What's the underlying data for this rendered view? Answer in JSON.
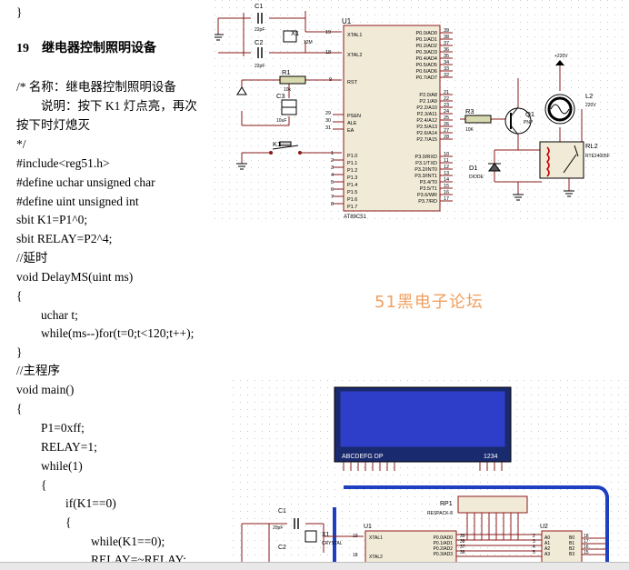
{
  "doc": {
    "brace_top": "}",
    "heading_num": "19",
    "heading_title": "继电器控制照明设备",
    "comment_name": "/*      名称：继电器控制照明设备",
    "comment_desc1": "说明：按下 K1 灯点亮，再次",
    "comment_desc2": "按下时灯熄灭",
    "comment_end": "*/",
    "code": [
      "#include<reg51.h>",
      "#define uchar unsigned char",
      "#define uint unsigned int",
      "sbit K1=P1^0;",
      "sbit RELAY=P2^4;",
      "//延时",
      "void DelayMS(uint ms)",
      "{",
      "uchar t;",
      "while(ms--)for(t=0;t<120;t++);",
      "}",
      "//主程序",
      "void main()",
      "{",
      "P1=0xff;",
      "RELAY=1;",
      "while(1)",
      "{",
      "if(K1==0)",
      "{",
      "while(K1==0);",
      "RELAY=~RELAY;"
    ]
  },
  "watermark": "51黑电子论坛",
  "schematic1": {
    "c1": "C1",
    "c1_val": "22pF",
    "c2": "C2",
    "c2_val": "22pF",
    "x1": "X1",
    "x1_val": "12M",
    "r1": "R1",
    "r1_val": "10k",
    "c3": "C3",
    "c3_val": "10uF",
    "k1": "K1",
    "u1": "U1",
    "u1_part": "AT89C51",
    "r3": "R3",
    "r3_val": "10K",
    "q1": "Q1",
    "q1_type": "PNP",
    "d1": "D1",
    "d1_type": "DIODE",
    "l2": "L2",
    "l2_val": "220V",
    "rl2": "RL2",
    "rl2_part": "RTE24005F",
    "supply": "+220V",
    "left_pins": [
      {
        "num": "19",
        "name": "XTAL1"
      },
      {
        "num": "18",
        "name": "XTAL2"
      },
      {
        "num": "9",
        "name": "RST"
      },
      {
        "num": "29",
        "name": "PSEN"
      },
      {
        "num": "30",
        "name": "ALE"
      },
      {
        "num": "31",
        "name": "EA"
      },
      {
        "num": "1",
        "name": "P1.0"
      },
      {
        "num": "2",
        "name": "P1.1"
      },
      {
        "num": "3",
        "name": "P1.2"
      },
      {
        "num": "4",
        "name": "P1.3"
      },
      {
        "num": "5",
        "name": "P1.4"
      },
      {
        "num": "6",
        "name": "P1.5"
      },
      {
        "num": "7",
        "name": "P1.6"
      },
      {
        "num": "8",
        "name": "P1.7"
      }
    ],
    "right_p0": [
      {
        "num": "39",
        "name": "P0.0/AD0"
      },
      {
        "num": "38",
        "name": "P0.1/AD1"
      },
      {
        "num": "37",
        "name": "P0.2/AD2"
      },
      {
        "num": "36",
        "name": "P0.3/AD3"
      },
      {
        "num": "35",
        "name": "P0.4/AD4"
      },
      {
        "num": "34",
        "name": "P0.5/AD5"
      },
      {
        "num": "33",
        "name": "P0.6/AD6"
      },
      {
        "num": "32",
        "name": "P0.7/AD7"
      }
    ],
    "right_p2": [
      {
        "num": "21",
        "name": "P2.0/A8"
      },
      {
        "num": "22",
        "name": "P2.1/A9"
      },
      {
        "num": "23",
        "name": "P2.2/A10"
      },
      {
        "num": "24",
        "name": "P2.3/A11"
      },
      {
        "num": "25",
        "name": "P2.4/A12"
      },
      {
        "num": "26",
        "name": "P2.5/A13"
      },
      {
        "num": "27",
        "name": "P2.6/A14"
      },
      {
        "num": "28",
        "name": "P2.7/A15"
      }
    ],
    "right_p3": [
      {
        "num": "10",
        "name": "P3.0/RXD"
      },
      {
        "num": "11",
        "name": "P3.1/TXD"
      },
      {
        "num": "12",
        "name": "P3.2/INT0"
      },
      {
        "num": "13",
        "name": "P3.3/INT1"
      },
      {
        "num": "14",
        "name": "P3.4/T0"
      },
      {
        "num": "15",
        "name": "P3.5/T1"
      },
      {
        "num": "16",
        "name": "P3.6/WR"
      },
      {
        "num": "17",
        "name": "P3.7/RD"
      }
    ]
  },
  "schematic2": {
    "lcd_left_labels": "ABCDEFG DP",
    "lcd_right_labels": "1234",
    "rp1": "RP1",
    "rp1_part": "RESPACK-8",
    "c1": "C1",
    "c1_val": "20pF",
    "x1": "X1",
    "x1_val": "CRYSTAL",
    "c2": "C2",
    "u1": "U1",
    "u2": "U2",
    "u1_pins": [
      {
        "num": "19",
        "name": "XTAL1"
      },
      {
        "num": "18",
        "name": "XTAL2"
      }
    ],
    "u1_right": [
      {
        "num": "39",
        "name": "P0.0/AD0"
      },
      {
        "num": "38",
        "name": "P0.1/AD1"
      },
      {
        "num": "37",
        "name": "P0.2/AD2"
      },
      {
        "num": "36",
        "name": "P0.3/AD3"
      }
    ],
    "u2_pins": [
      {
        "a": "A0",
        "b": "B0",
        "n1": "2",
        "n2": "18"
      },
      {
        "a": "A1",
        "b": "B1",
        "n1": "3",
        "n2": "17"
      },
      {
        "a": "A2",
        "b": "B2",
        "n1": "4",
        "n2": "16"
      },
      {
        "a": "A3",
        "b": "B3",
        "n1": "5",
        "n2": "15"
      }
    ]
  }
}
